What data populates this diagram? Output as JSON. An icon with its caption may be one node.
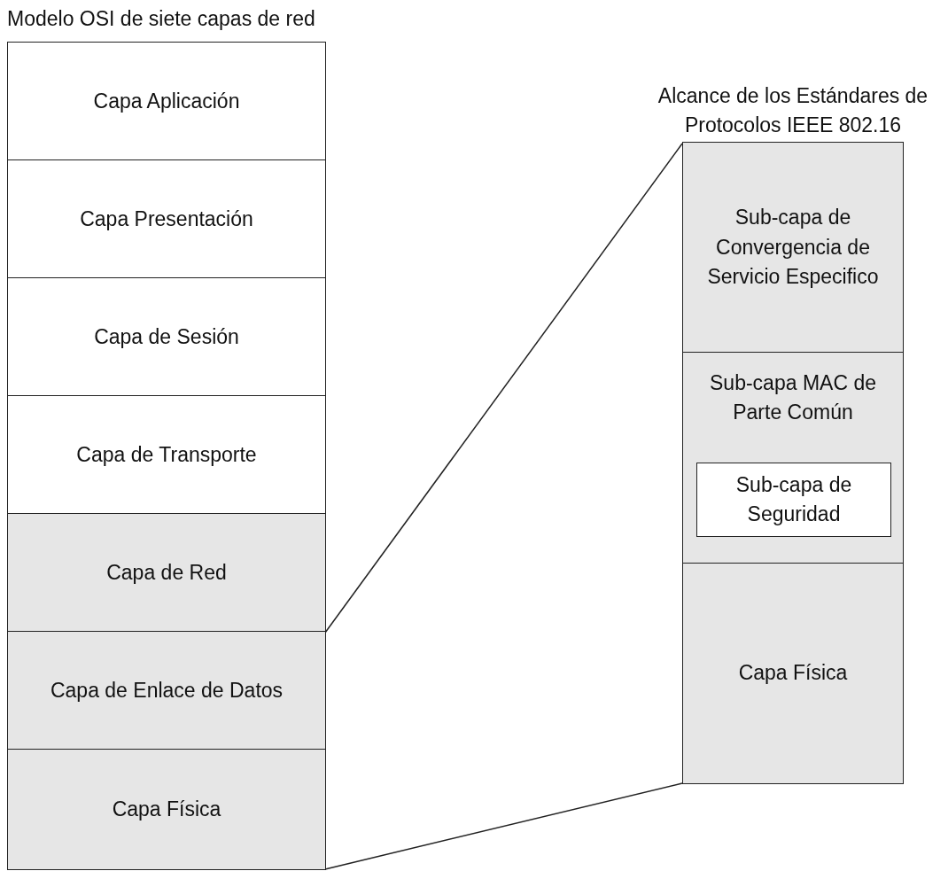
{
  "diagram": {
    "nodes": [
      {
        "text": [
          "Modelo OSI de siete capas de red"
        ]
      },
      {
        "text": [
          "Capa Aplicación"
        ],
        "in": 0
      },
      {
        "text": [
          "Capa Presentación"
        ],
        "in": 0
      },
      {
        "text": [
          "Capa de Sesión"
        ],
        "in": 0
      },
      {
        "text": [
          "Capa de Transporte"
        ],
        "in": 0
      },
      {
        "text": [
          "Capa de Red"
        ],
        "in": 0
      },
      {
        "text": [
          "Capa de Enlace de Datos"
        ],
        "in": 0
      },
      {
        "text": [
          "Capa Física"
        ],
        "in": 0
      },
      {
        "text": [
          "Alcance de los Estándares de Protocolos IEEE 802.16"
        ]
      },
      {
        "text": [
          "Sub-capa de Convergencia de Servicio Especifico"
        ],
        "in": 8
      },
      {
        "text": [
          "Sub-capa MAC de Parte Común"
        ],
        "in": 8
      },
      {
        "text": [
          "Sub-capa de Seguridad"
        ],
        "in": 10
      },
      {
        "text": [
          "Capa Física"
        ],
        "in": 8
      }
    ],
    "edges": [
      {
        "from": 6,
        "to": 9,
        "arrow": "none"
      },
      {
        "from": 7,
        "to": 12,
        "arrow": "none"
      }
    ]
  }
}
